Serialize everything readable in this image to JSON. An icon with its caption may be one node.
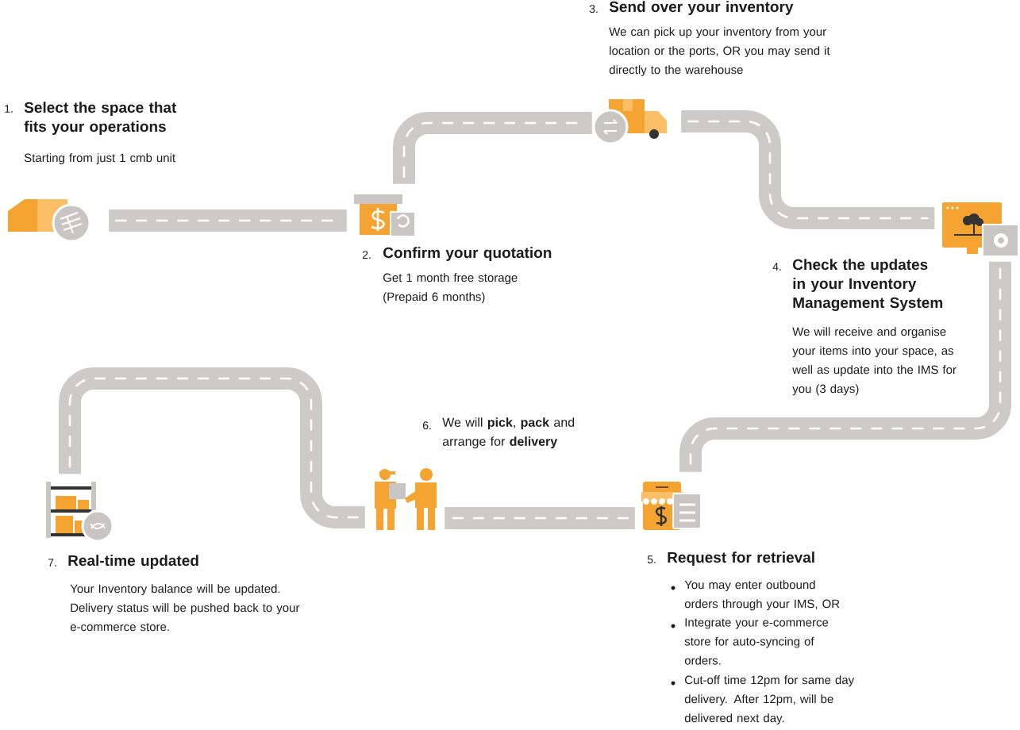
{
  "diagram": {
    "nodes": [
      {
        "text": [],
        "shape": "picture",
        "beside": [
          "1.",
          "Select the space that fits your operations",
          "Starting from just 1 cmb unit"
        ]
      },
      {
        "text": [],
        "shape": "picture",
        "beside": [
          "2.",
          "Confirm your quotation",
          "Get 1 month free storage (Prepaid 6 months)"
        ]
      },
      {
        "text": [],
        "shape": "picture",
        "beside": [
          "3.",
          "Send over your inventory",
          "We can pick up your inventory from your location or the ports, OR you may send it directly to the warehouse"
        ]
      },
      {
        "text": [],
        "shape": "picture",
        "beside": [
          "4.",
          "Check the updates in your Inventory Management System",
          "We will receive and organise your items into your space, as well as update into the IMS for you (3 days)"
        ]
      },
      {
        "text": [],
        "shape": "picture",
        "beside": [
          "5.",
          "Request for retrieval",
          "You may enter outbound orders through your IMS, OR",
          "Integrate your e-commerce store for auto-syncing of orders.",
          "Cut-off time 12pm for same day delivery. After 12pm, will be delivered next day."
        ]
      },
      {
        "text": [],
        "shape": "picture",
        "beside": [
          "6.",
          "We will **pick**, **pack** and arrange for **delivery**"
        ]
      },
      {
        "text": [],
        "shape": "picture",
        "beside": [
          "7.",
          "Real-time updated",
          "Your Inventory balance will be updated. Delivery status will be pushed back to your e-commerce store."
        ]
      }
    ],
    "edges": [
      {
        "from": 0,
        "to": 1,
        "arrow": "none"
      },
      {
        "from": 1,
        "to": 2,
        "arrow": "none"
      },
      {
        "from": 2,
        "to": 3,
        "arrow": "none"
      },
      {
        "from": 3,
        "to": 4,
        "arrow": "none"
      },
      {
        "from": 4,
        "to": 5,
        "arrow": "none"
      },
      {
        "from": 5,
        "to": 6,
        "arrow": "none"
      }
    ]
  }
}
